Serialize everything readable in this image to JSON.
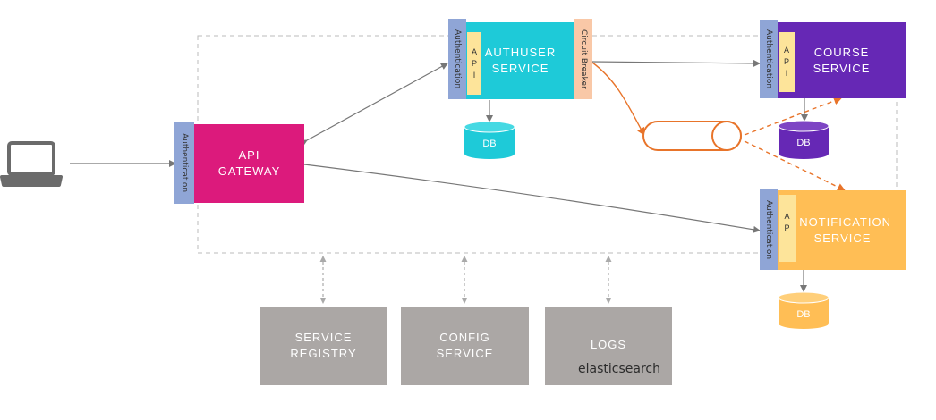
{
  "api_gateway": {
    "line1": "API",
    "line2": "GATEWAY"
  },
  "authuser": {
    "line1": "AUTHUSER",
    "line2": "SERVICE"
  },
  "course": {
    "line1": "COURSE",
    "line2": "SERVICE"
  },
  "notification": {
    "line1": "NOTIFICATION",
    "line2": "SERVICE"
  },
  "auth_label": "Authentication",
  "api_label": [
    "A",
    "P",
    "I"
  ],
  "circuit_breaker": "Circuit Breaker",
  "db_label": "DB",
  "registry": {
    "line1": "SERVICE",
    "line2": "REGISTRY"
  },
  "config": {
    "line1": "CONFIG",
    "line2": "SERVICE"
  },
  "logs": {
    "title": "LOGS",
    "brand": "elasticsearch"
  },
  "colors": {
    "gateway": "#dc1a7c",
    "authuser": "#1ecad8",
    "course": "#6628b5",
    "notification": "#ffbe55",
    "auth_strip": "#8fa5d6",
    "api_strip": "#fde49a",
    "circuit_breaker": "#f9c8a7",
    "support": "#aba7a5",
    "async_arrow": "#e8742a"
  },
  "icons": [
    "laptop-icon",
    "elasticsearch-logo-icon"
  ]
}
